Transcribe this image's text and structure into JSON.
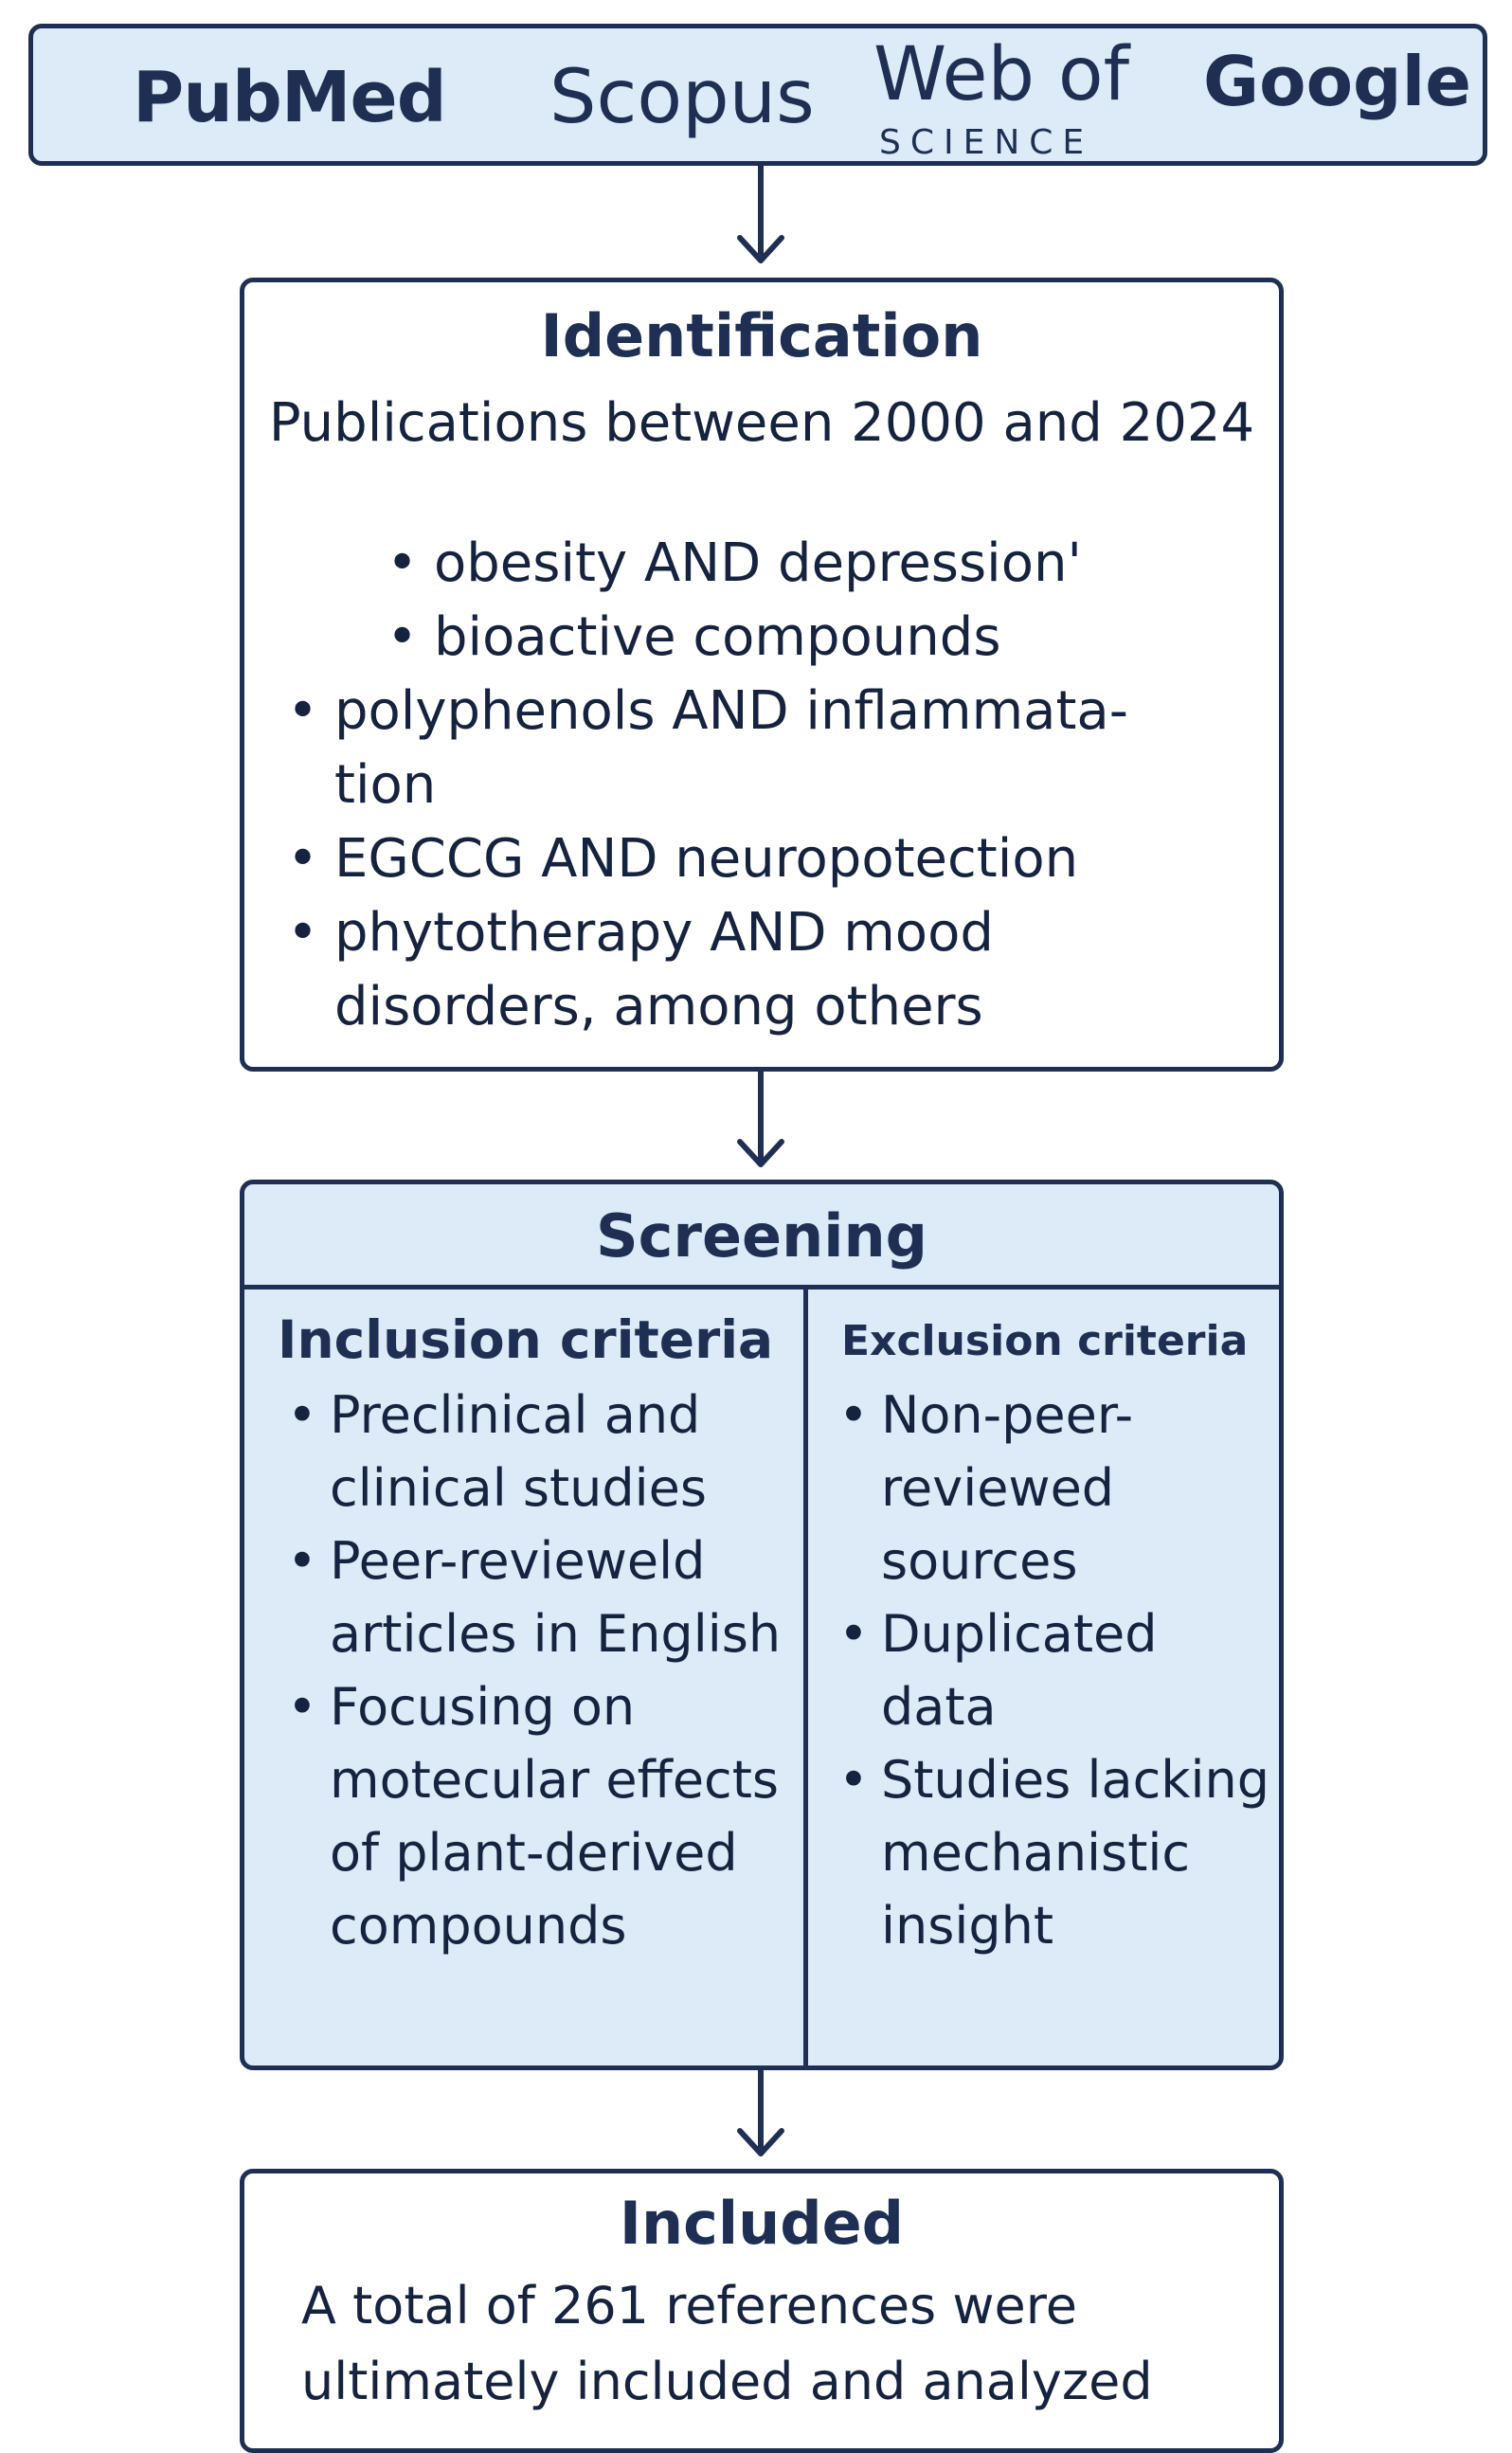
{
  "sources": {
    "pubmed": "PubMed",
    "scopus": "Scopus",
    "web_of_science": "Web of",
    "web_of_science_sub": "SCIENCE",
    "google": "Google"
  },
  "identification": {
    "title": "Identification",
    "intro": "Publications between 2000 and 2024",
    "terms": [
      "obesity AND depression'",
      "bioactive compounds",
      "polyphenols AND inflammata-tion",
      "EGCCG AND neuropotection",
      "phytotherapy AND mood disorders, among others"
    ]
  },
  "screening": {
    "title": "Screening",
    "inclusion_title": "Inclusion criteria",
    "inclusion": [
      "Preclinical and clinical studies",
      "Peer-revieweld articles in English",
      "Focusing on motecular effects of plant-derived compounds"
    ],
    "exclusion_title": "Exclusion criteria",
    "exclusion": [
      "Non-peer-reviewed sources",
      "Duplicated data",
      "Studies lacking mechanistic insight"
    ]
  },
  "included": {
    "title": "Included",
    "text": "A total of 261 references were ultimately included and analyzed"
  },
  "colors": {
    "navy": "#1e2f53",
    "light_blue": "#dcebf7"
  }
}
